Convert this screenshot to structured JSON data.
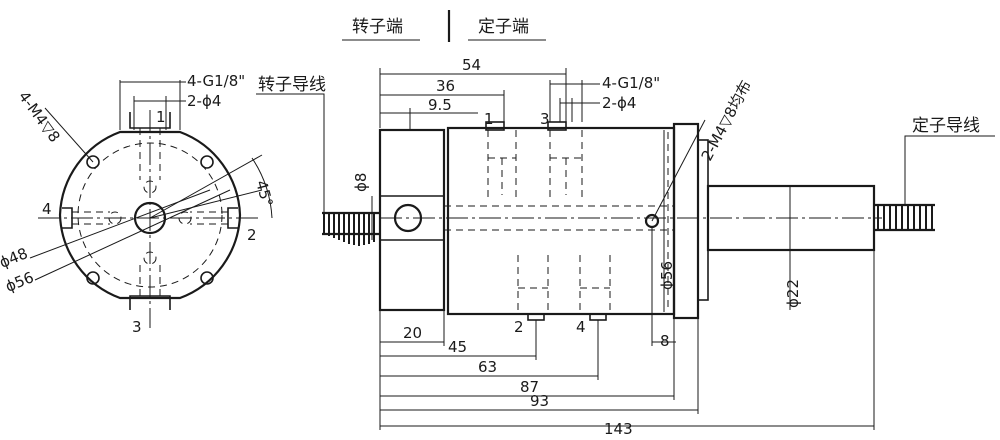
{
  "header": {
    "rotor_end": "转子端",
    "stator_end": "定子端"
  },
  "front_view": {
    "port_callout": "4-G1/8\"",
    "hole_callout": "2-ϕ4",
    "thread_callout": "4-M4▽8",
    "angle": "45°",
    "dia_48": "ϕ48",
    "dia_56": "ϕ56",
    "port_numbers": [
      "1",
      "2",
      "3",
      "4"
    ]
  },
  "side_view": {
    "rotor_lead": "转子导线",
    "stator_lead": "定子导线",
    "dim_54": "54",
    "dim_36": "36",
    "dim_9_5": "9.5",
    "port_callout": "4-G1/8\"",
    "hole_callout": "2-ϕ4",
    "thread_callout": "2-M4▽8均布",
    "dia_8": "ϕ8",
    "dia_56": "ϕ56",
    "dia_22": "ϕ22",
    "dim_8": "8",
    "dim_20": "20",
    "dim_45": "45",
    "dim_63": "63",
    "dim_87": "87",
    "dim_93": "93",
    "dim_143": "143",
    "port_numbers": [
      "1",
      "3",
      "2",
      "4"
    ]
  }
}
